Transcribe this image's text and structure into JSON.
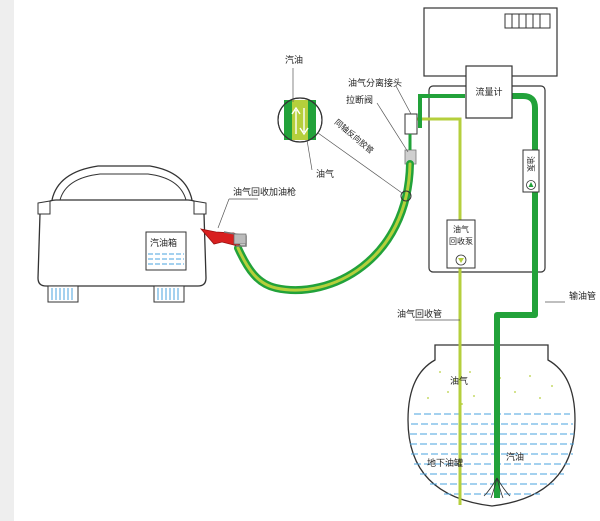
{
  "labels": {
    "gasoline_magnified": "汽油",
    "vapor_magnified": "油气",
    "coaxial_hose": "同轴反向胶管",
    "separator_joint": "油气分离接头",
    "breakaway_valve": "拉断阀",
    "flow_meter": "流量计",
    "oil_pump": "油泵",
    "vapor_recovery_pump_line1": "油气",
    "vapor_recovery_pump_line2": "回收泵",
    "recovery_nozzle": "油气回收加油枪",
    "car_fuel_tank": "汽油箱",
    "oil_delivery_pipe": "输油管",
    "vapor_recovery_pipe": "油气回收管",
    "tank_vapor": "油气",
    "underground_tank": "地下油罐",
    "tank_gasoline": "汽油"
  },
  "colors": {
    "fuel_green": "#22a23a",
    "vapor_lime": "#b5cf3c",
    "nozzle_red": "#d82020",
    "liquid_blue": "#4aa3df",
    "outline": "#333333"
  }
}
